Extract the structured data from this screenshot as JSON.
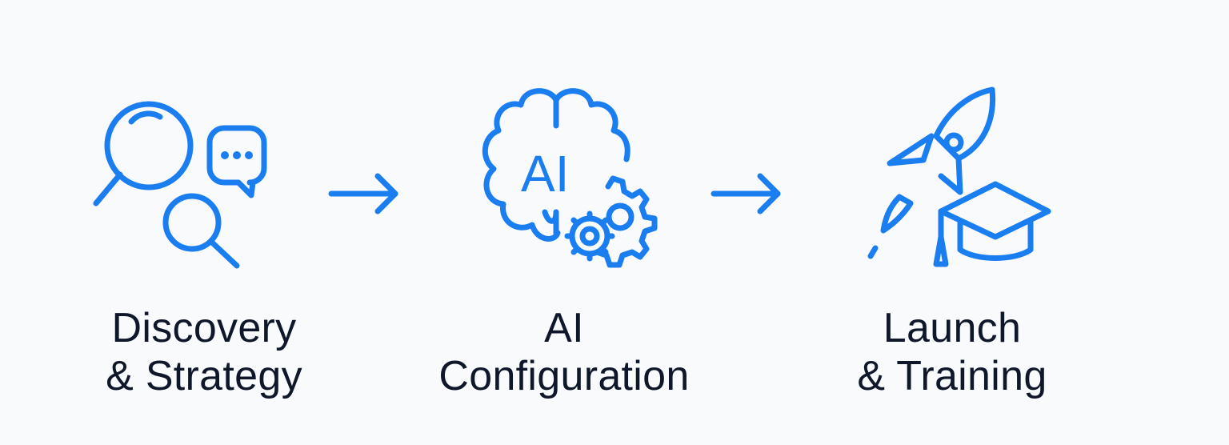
{
  "steps": [
    {
      "line1": "Discovery",
      "line2": "& Strategy",
      "icon": "discovery-search-chat-icon"
    },
    {
      "line1": "AI",
      "line2": "Configuration",
      "icon": "ai-brain-gears-icon",
      "icon_text": "AI"
    },
    {
      "line1": "Launch",
      "line2": "& Training",
      "icon": "rocket-graduation-cap-icon"
    }
  ],
  "colors": {
    "accent": "#1a7df0",
    "text": "#0f172a",
    "background": "#f9fafb"
  }
}
